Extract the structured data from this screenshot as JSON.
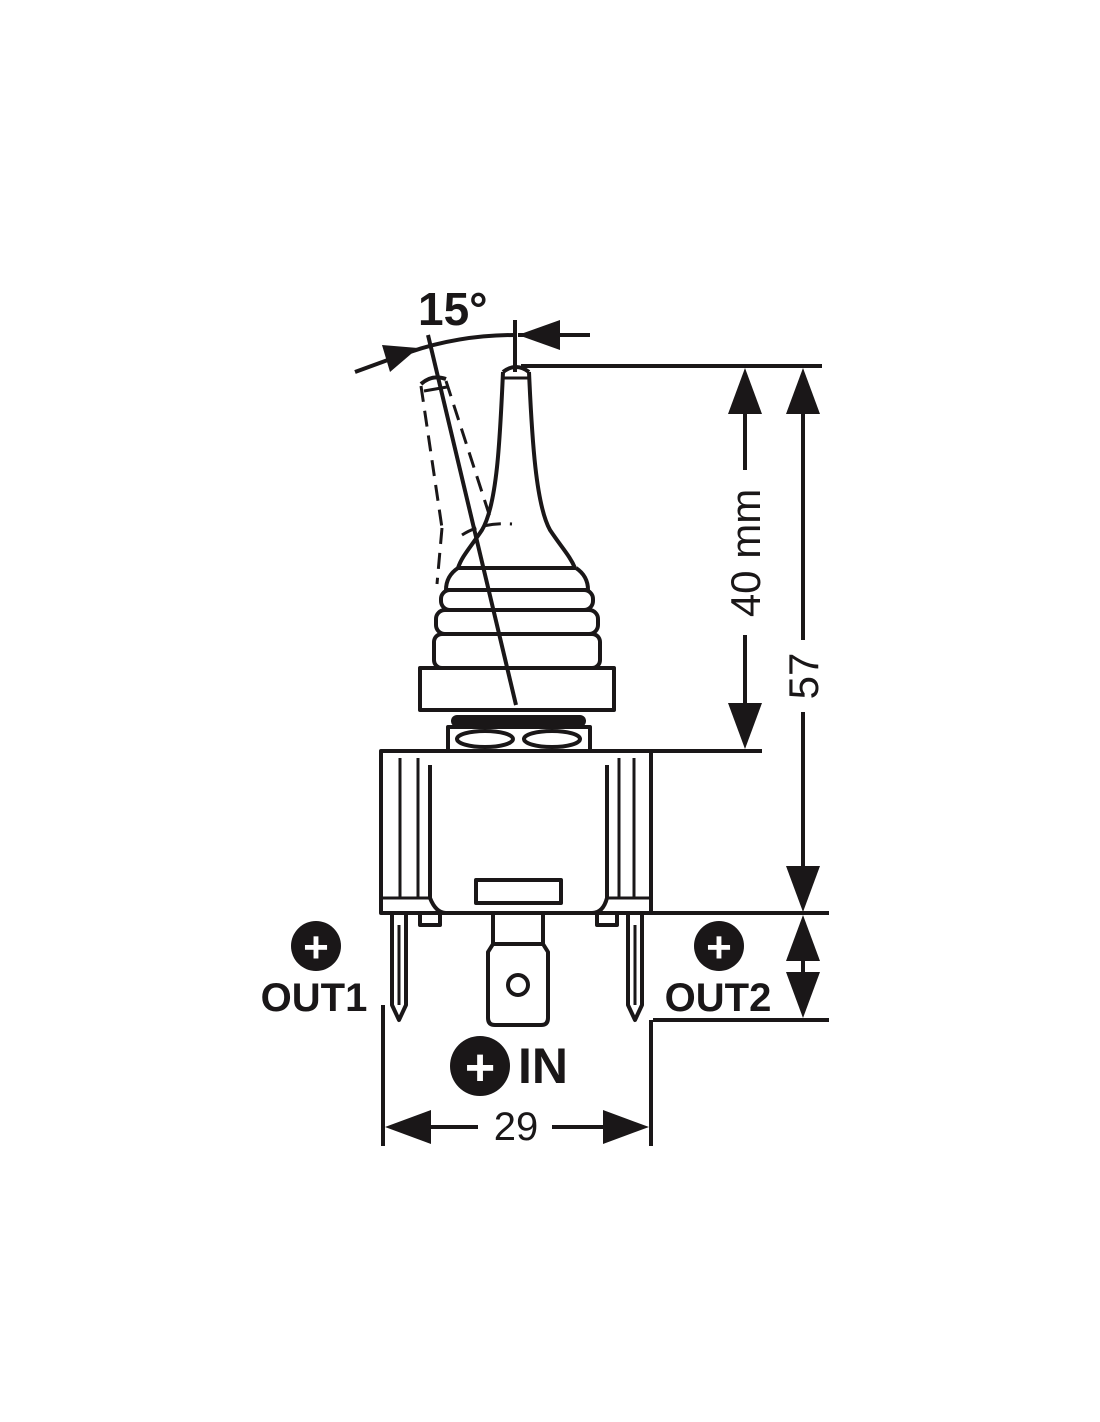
{
  "dimensions": {
    "angle_label": "15°",
    "lever_height_label": "40 mm",
    "total_height_label": "57",
    "width_label": "29"
  },
  "terminals": {
    "out1": {
      "symbol": "+",
      "label": "OUT1"
    },
    "out2": {
      "symbol": "+",
      "label": "OUT2"
    },
    "in": {
      "symbol": "+",
      "label": "IN"
    }
  },
  "colors": {
    "ink": "#1a1718",
    "background": "#ffffff"
  }
}
